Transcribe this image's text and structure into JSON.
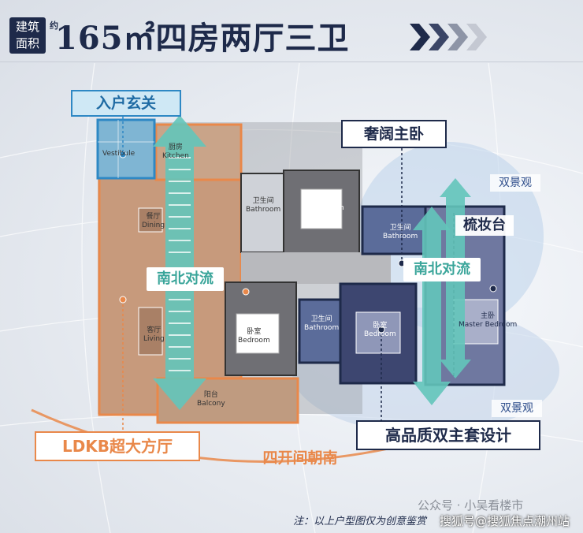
{
  "header": {
    "tag_line1": "建筑",
    "tag_line2": "面积",
    "tag_small": "约",
    "title": "165㎡四房两厅三卫"
  },
  "labels": {
    "entry": "入户玄关",
    "master": "奢阔主卧",
    "view_top": "双景观",
    "vanity": "梳妆台",
    "ns_left": "南北对流",
    "ns_right": "南北对流",
    "view_bottom": "双景观",
    "ldkb": "LDKB超大方厅",
    "hq": "高品质双主套设计",
    "south": "四开间朝南"
  },
  "rooms": {
    "vestibule_en": "Vestibule",
    "kitchen_zh": "厨房",
    "kitchen_en": "Kitchen",
    "dining_zh": "餐厅",
    "dining_en": "Dining",
    "living_zh": "客厅",
    "living_en": "Living",
    "balcony_zh": "阳台",
    "balcony_en": "Balcony",
    "bath1_zh": "卫生间",
    "bath1_en": "Bathroom",
    "bed1_zh": "卧室",
    "bed1_en": "Bedroom",
    "bath2_zh": "卫生间",
    "bath2_en": "Bathroom",
    "bed2_zh": "卧室",
    "bed2_en": "Bedroom",
    "bath3_zh": "卫生间",
    "bath3_en": "Bathroom",
    "bed3_zh": "卧室",
    "bed3_en": "Bedroom",
    "master_zh": "主卧",
    "master_en": "Master Bedroom"
  },
  "footer": {
    "note": "注：以上户型图仅为创意鉴赏",
    "watermark1": "公众号 · 小吴看楼市",
    "watermark2": "搜狐号@搜狐焦点潮州站"
  },
  "colors": {
    "navy": "#1e2a4a",
    "orange": "#e9884a",
    "teal": "#63c5ba",
    "blue": "#2e88c4"
  }
}
